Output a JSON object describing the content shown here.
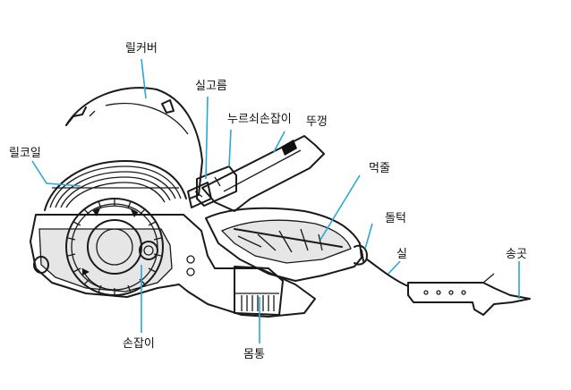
{
  "labels": {
    "reel_cover": "릴커버",
    "thread_guide": "실고름",
    "push_handle": "누르쇠손잡이",
    "lid": "뚜껑",
    "ink_pot": "먹줄",
    "bump": "돌턱",
    "reel_coil": "릴코일",
    "thread": "실",
    "awl": "송곳",
    "handle": "손잡이",
    "body": "몸통"
  }
}
